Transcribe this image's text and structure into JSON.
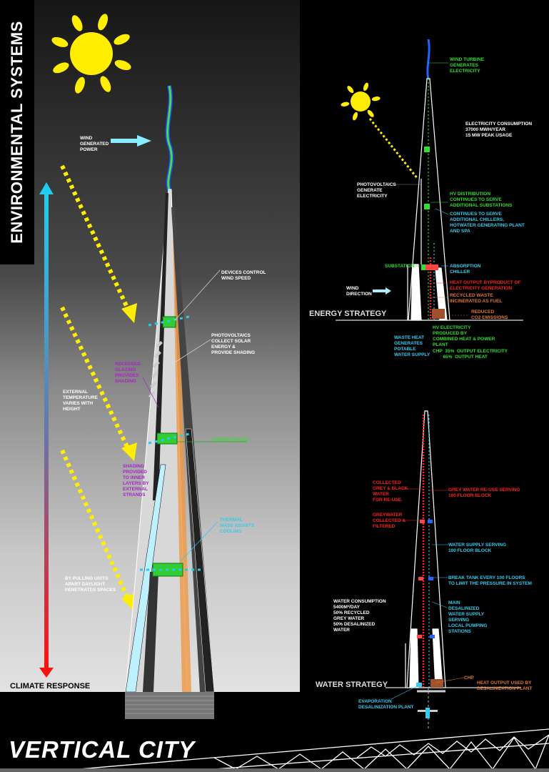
{
  "poster": {
    "side_title": "ENVIRONMENTAL SYSTEMS",
    "main_title": "VERTICAL CITY"
  },
  "climate": {
    "heading": "CLIMATE RESPONSE",
    "labels": {
      "wind_power": "WIND\nGENERATED\nPOWER",
      "devices": "DEVICES CONTROL\nWIND SPEED",
      "photovoltaics": "PHOTOVOLTAICS\nCOLLECT SOLAR\nENERGY &\nPROVIDE SHADING",
      "recessed": "RECESSED\nGLAZING\nPROVIDES\nSHADING",
      "external_temp": "EXTERNAL\nTEMPERATURE\nVARIES WITH\nHEIGHT",
      "green_spaces": "GREEN SPACES",
      "shading": "SHADING\nPROVIDED\nTO INNER\nLAYERS BY\nEXTERNAL\nSTRANDS",
      "thermal": "THERMAL\nMASS ASSISTS\nCOOLING",
      "daylight": "BY PULLING UNITS\nAPART DAYLIGHT\nPENETRATES SPACES"
    }
  },
  "energy": {
    "heading": "ENERGY STRATEGY",
    "labels": {
      "wind_turbine": "WIND TURBINE\nGENERATES\nELECTRICITY",
      "consumption": "ELECTRICITY CONSUMPTION\n37000 MWH/YEAR\n15 MW PEAK USAGE",
      "pv": "PHOTOVOLTAICS\nGENERATE\nELECTRICITY",
      "hv_distribution": "HV DISTRIBUTION\nCONTINUES TO SERVE\nADDITIONAL SUBSTATIONS",
      "chillers": "CONTINUES TO SERVE\nADDITIONAL CHILLERS,\nHOTWATER GENERATING PLANT\nAND SPA",
      "substation": "SUBSTATION",
      "absorption": "ABSORPTION\nCHILLER",
      "wind_direction": "WIND\nDIRECTION",
      "heat_output": "HEAT OUTPUT BYPRODUCT OF\nELECTRICITY GENERATION",
      "recycled_waste": "RECYCLED WASTE\nINCINERATED AS FUEL",
      "reduced_co2": "REDUCED\nCO2 EMISSIONS",
      "waste_heat": "WASTE HEAT\nGENERATES\nPOTABLE\nWATER SUPPLY",
      "hv_electricity": "HV ELECTRICITY\nPRODUCED BY\nCOMBINED HEAT & POWER\nPLANT",
      "chp": "CHP  35%  OUTPUT ELECTRICITY\n        65%  OUTPUT HEAT"
    }
  },
  "water": {
    "heading": "WATER STRATEGY",
    "labels": {
      "collected": "COLLECTED\nGREY & BLACK\nWATER\nFOR RE-USE",
      "grey_reuse": "GREY WATER RE-USE SERVING\n100 FLOOR BLOCK",
      "greywater": "GREYWATER\nCOLLECTED &\nFILTERED",
      "supply": "WATER SUPPLY SERVING\n100 FLOOR BLOCK",
      "break_tank": "BREAK TANK EVERY 100 FLOORS\nTO LIMIT THE PRESSURE IN SYSTEM",
      "consumption": "WATER CONSUMPTION\n5400m³/DAY\n50% RECYCLED\nGREY WATER\n50% DESALINIZED\nWATER",
      "main": "MAIN\nDESALINIZED\nWATER SUPPLY\nSERVING\nLOCAL PUMPING\nSTATIONS",
      "chp": "CHP",
      "heat_output": "HEAT OUTPUT USED BY\nDESALINIZATION PLANT",
      "evaporation": "EVAPORATION\nDESALINIZATION PLANT"
    }
  },
  "colors": {
    "sun": "#ffee00",
    "green": "#33dd33",
    "cyan": "#33ccee",
    "red": "#ff2020",
    "orange": "#e07830",
    "purple": "#aa22cc"
  }
}
